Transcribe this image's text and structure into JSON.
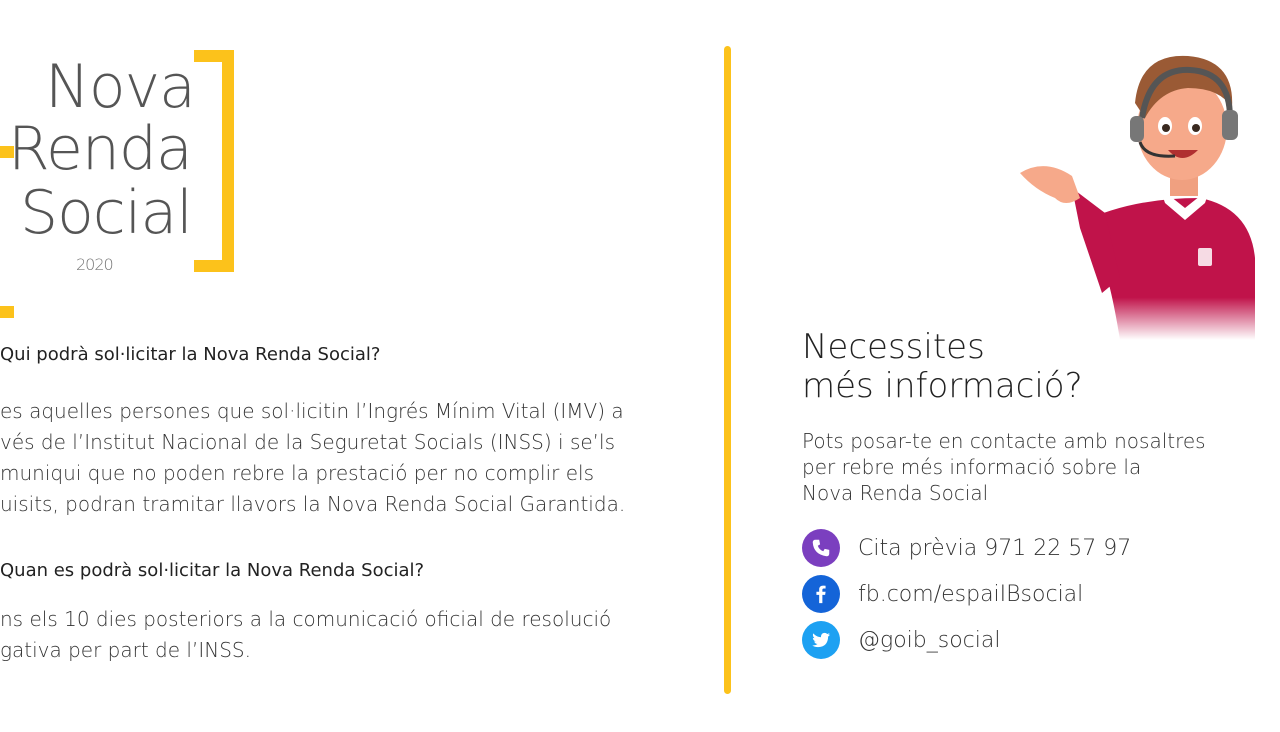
{
  "logo": {
    "line1": "Nova",
    "line2": "Renda",
    "line3": "Social",
    "year": "2020"
  },
  "faq": [
    {
      "question": "Qui podrà sol·licitar la Nova Renda Social?",
      "answer_lines": [
        "es aquelles persones que sol·licitin l’Ingrés Mínim Vital (IMV) a",
        "vés de l’Institut Nacional de la Seguretat Socials (INSS) i se’ls",
        "muniqui que no poden rebre la prestació per no complir els",
        "uisits, podran tramitar llavors la Nova Renda Social Garantida."
      ]
    },
    {
      "question": "Quan es podrà sol·licitar la Nova Renda Social?",
      "answer_lines": [
        "ns els 10 dies posteriors a la comunicació oficial de resolució",
        "gativa per part de l’INSS."
      ]
    }
  ],
  "info": {
    "headline_line1": "Necessites",
    "headline_line2": "més informació?",
    "sub_line1": "Pots posar-te en contacte amb nosaltres",
    "sub_line2": "per rebre més informació sobre la",
    "sub_line3": "Nova Renda Social"
  },
  "contacts": [
    {
      "icon": "phone-icon",
      "text": "Cita prèvia 971 22 57 97",
      "color": "#7b3fbf"
    },
    {
      "icon": "facebook-icon",
      "text": "fb.com/espaiIBsocial",
      "color": "#1464d8"
    },
    {
      "icon": "twitter-icon",
      "text": "@goib_social",
      "color": "#1da1f2"
    }
  ],
  "colors": {
    "accent": "#fcc21b",
    "sweater": "#c0134a"
  }
}
